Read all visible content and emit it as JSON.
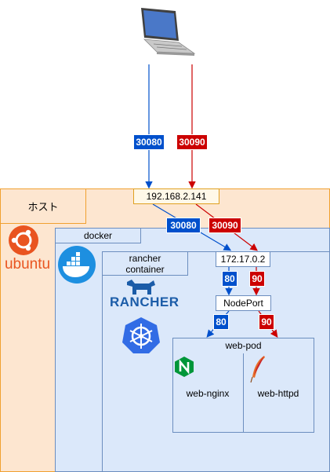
{
  "host": {
    "label": "ホスト",
    "ip": "192.168.2.141",
    "os_logo": "ubuntu",
    "os_logo_text": "ubuntu"
  },
  "docker": {
    "label": "docker",
    "ip": "172.17.0.2"
  },
  "rancher": {
    "label_line1": "rancher",
    "label_line2": "container",
    "logo_text": "RANCHER"
  },
  "nodeport": {
    "label": "NodePort"
  },
  "pod": {
    "title": "web-pod",
    "containers": [
      {
        "name": "web-nginx",
        "icon": "nginx-icon"
      },
      {
        "name": "web-httpd",
        "icon": "httpd-feather-icon"
      }
    ]
  },
  "ports": {
    "host_nginx": "30080",
    "host_httpd": "30090",
    "container_nginx": "80",
    "container_httpd": "90"
  },
  "colors": {
    "blue": "#0050cc",
    "red": "#cc0000",
    "host_fill": "#fde6d0",
    "docker_fill": "#dbe8fa"
  }
}
